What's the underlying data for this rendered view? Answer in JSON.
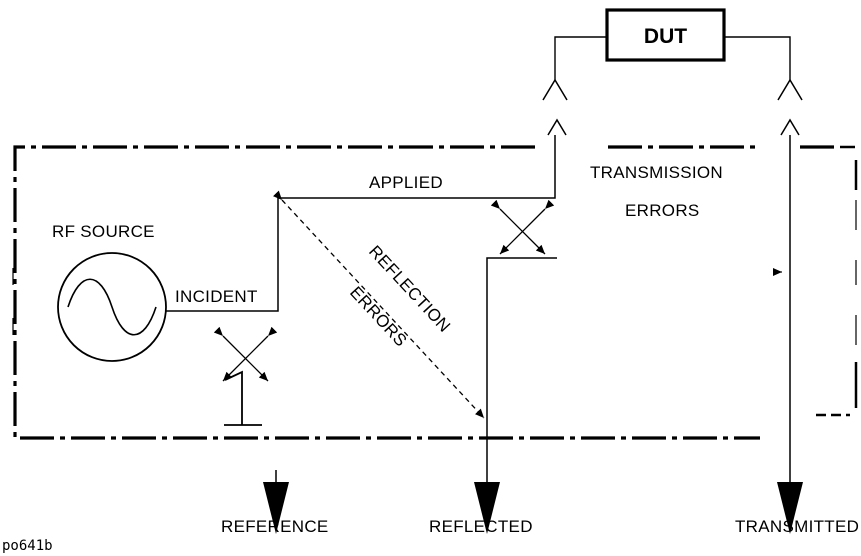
{
  "diagram": {
    "dut_label": "DUT",
    "rf_source_label": "RF SOURCE",
    "incident_label": "INCIDENT",
    "applied_label": "APPLIED",
    "transmission_errors_line1": "TRANSMISSION",
    "transmission_errors_line2": "ERRORS",
    "reflection_errors_line1": "REFLECTION",
    "reflection_errors_line2": "ERRORS",
    "outputs": {
      "reference": "REFERENCE",
      "reflected": "REFLECTED",
      "transmitted": "TRANSMITTED"
    },
    "figure_id": "po641b"
  }
}
